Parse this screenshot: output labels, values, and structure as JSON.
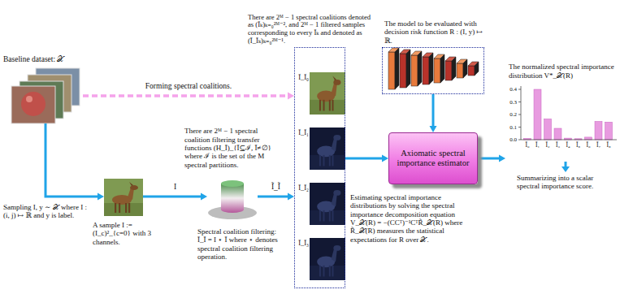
{
  "diagram": {
    "nodes": [
      {
        "text": [
          "Baseline dataset: 𝒳"
        ]
      },
      {
        "text": [
          "A sample I := (I_c)²_{c=0} with 3 channels."
        ]
      },
      {
        "text": [
          "There are 2ᴹ − 1 spectral coalition filtering transfer functions (H_Ĩ)_{Ĩ⊆ℐ, Ĩ≠∅} where ℐ is the set of the M spectral partitions.",
          "Spectral coalition filtering: Ĩ_Ĩ = I ⋆ Ĩ where ⋆ denotes spectral coalition filtering operation."
        ]
      },
      {
        "text": [
          "There are 2ᴹ − 1 spectral coalitions denoted as (Ĩₖ)ₖ₌₀²ᴹ⁻², and 2ᴹ − 1 filtered samples corresponding to every Ĩₖ and denoted as (Ĩ_Ĩₖ)ₖ₌₀²ᴹ⁻¹."
        ]
      },
      {
        "text": [
          "Ĩ_Ĩ₀"
        ],
        "in": 3
      },
      {
        "text": [
          "Ĩ_Ĩ₁"
        ],
        "in": 3
      },
      {
        "text": [
          "Ĩ_Ĩ₂"
        ],
        "in": 3
      },
      {
        "text": [
          "Ĩ_Ĩ₃"
        ],
        "in": 3
      },
      {
        "text": [
          "The model to be evaluated with decision risk function R : (I, y) ↦ ℝ."
        ]
      },
      {
        "text": [
          "Axiomatic spectral importance estimator",
          "Estimating spectral importance distributions by solving the spectral importance decomposition equation V_𝒳(R) = −(CCᵀ)⁻¹CᵀR̃_𝒳(R) where R̃_𝒳(R) measures the statistical expectations for R over 𝒳."
        ]
      },
      {
        "text": [
          "The normalized spectral importance distribution V*_𝒳(R)"
        ]
      }
    ],
    "edges": [
      {
        "from": 0,
        "to": 3,
        "arrow": "to",
        "label": "Forming spectral coalitions."
      },
      {
        "from": 0,
        "to": 1,
        "arrow": "to"
      },
      {
        "from": 1,
        "to": 2,
        "arrow": "to",
        "label": "I"
      },
      {
        "from": 2,
        "to": 3,
        "arrow": "to",
        "label": "Ĩ_Ĩ"
      },
      {
        "from": 3,
        "to": 9,
        "arrow": "to"
      },
      {
        "from": 8,
        "to": 9,
        "arrow": "to"
      },
      {
        "from": 9,
        "to": 10,
        "arrow": "to"
      }
    ],
    "labels": [
      "Sampling I, y ∼ 𝒳 where I : (i, j) ↦ ℝ and y is label.",
      "0.0",
      "0.1",
      "0.2",
      "0.3",
      "0.4",
      "Ĩ₀",
      "Ĩ₁",
      "Ĩ₂",
      "Ĩ₃",
      "Ĩ₄",
      "Ĩ₅",
      "Ĩ₆",
      "Ĩ₇",
      "Ĩ₈",
      "Summarizing into a scalar spectral importance score."
    ]
  }
}
